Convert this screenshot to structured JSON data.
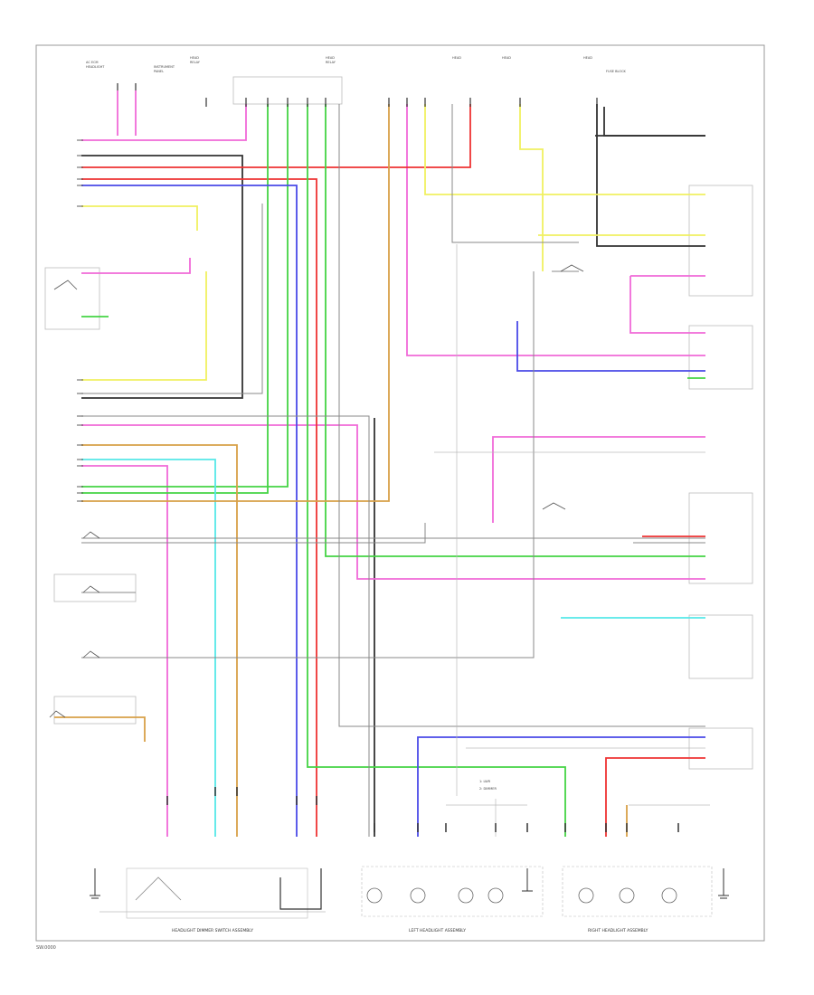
{
  "diagram": {
    "code": "SW.0000",
    "assemblies": {
      "left_headlight": "LEFT HEADLIGHT ASSEMBLY",
      "right_headlight": "RIGHT HEADLIGHT ASSEMBLY",
      "headlight_dimmer_switch": "HEADLIGHT DIMMER SWITCH ASSEMBLY"
    },
    "legend": {
      "item_1": "1: LWR",
      "item_2": "2: DIMMER"
    },
    "colors": {
      "pink": "#f06ad8",
      "red": "#ee3333",
      "green": "#44d444",
      "blue": "#4a4ae8",
      "yellow": "#f0f060",
      "cyan": "#55e8e8",
      "tan": "#d8a048",
      "dark": "#333333",
      "gray": "#888888",
      "light_gray": "#bbbbbb"
    }
  }
}
